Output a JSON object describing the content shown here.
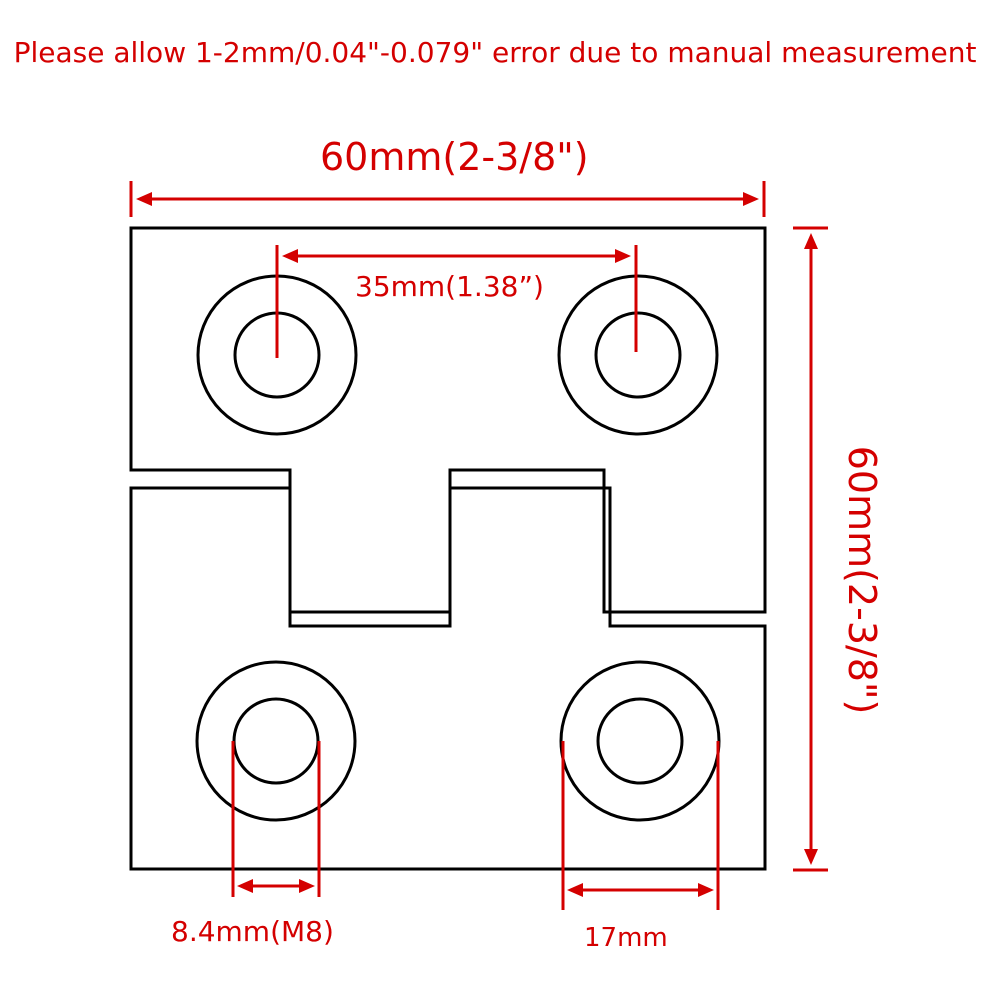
{
  "note": "Please allow 1-2mm/0.04\"-0.079\" error due to manual measurement",
  "dimensions": {
    "overall_width": "60mm(2-3/8\")",
    "overall_height": "60mm(2-3/8\")",
    "hole_spacing": "35mm(1.38”)",
    "hole_diameter": "8.4mm(M8)",
    "countersink_diameter": "17mm"
  },
  "colors": {
    "annotation": "#d40000",
    "outline": "#000000",
    "background": "#ffffff"
  }
}
